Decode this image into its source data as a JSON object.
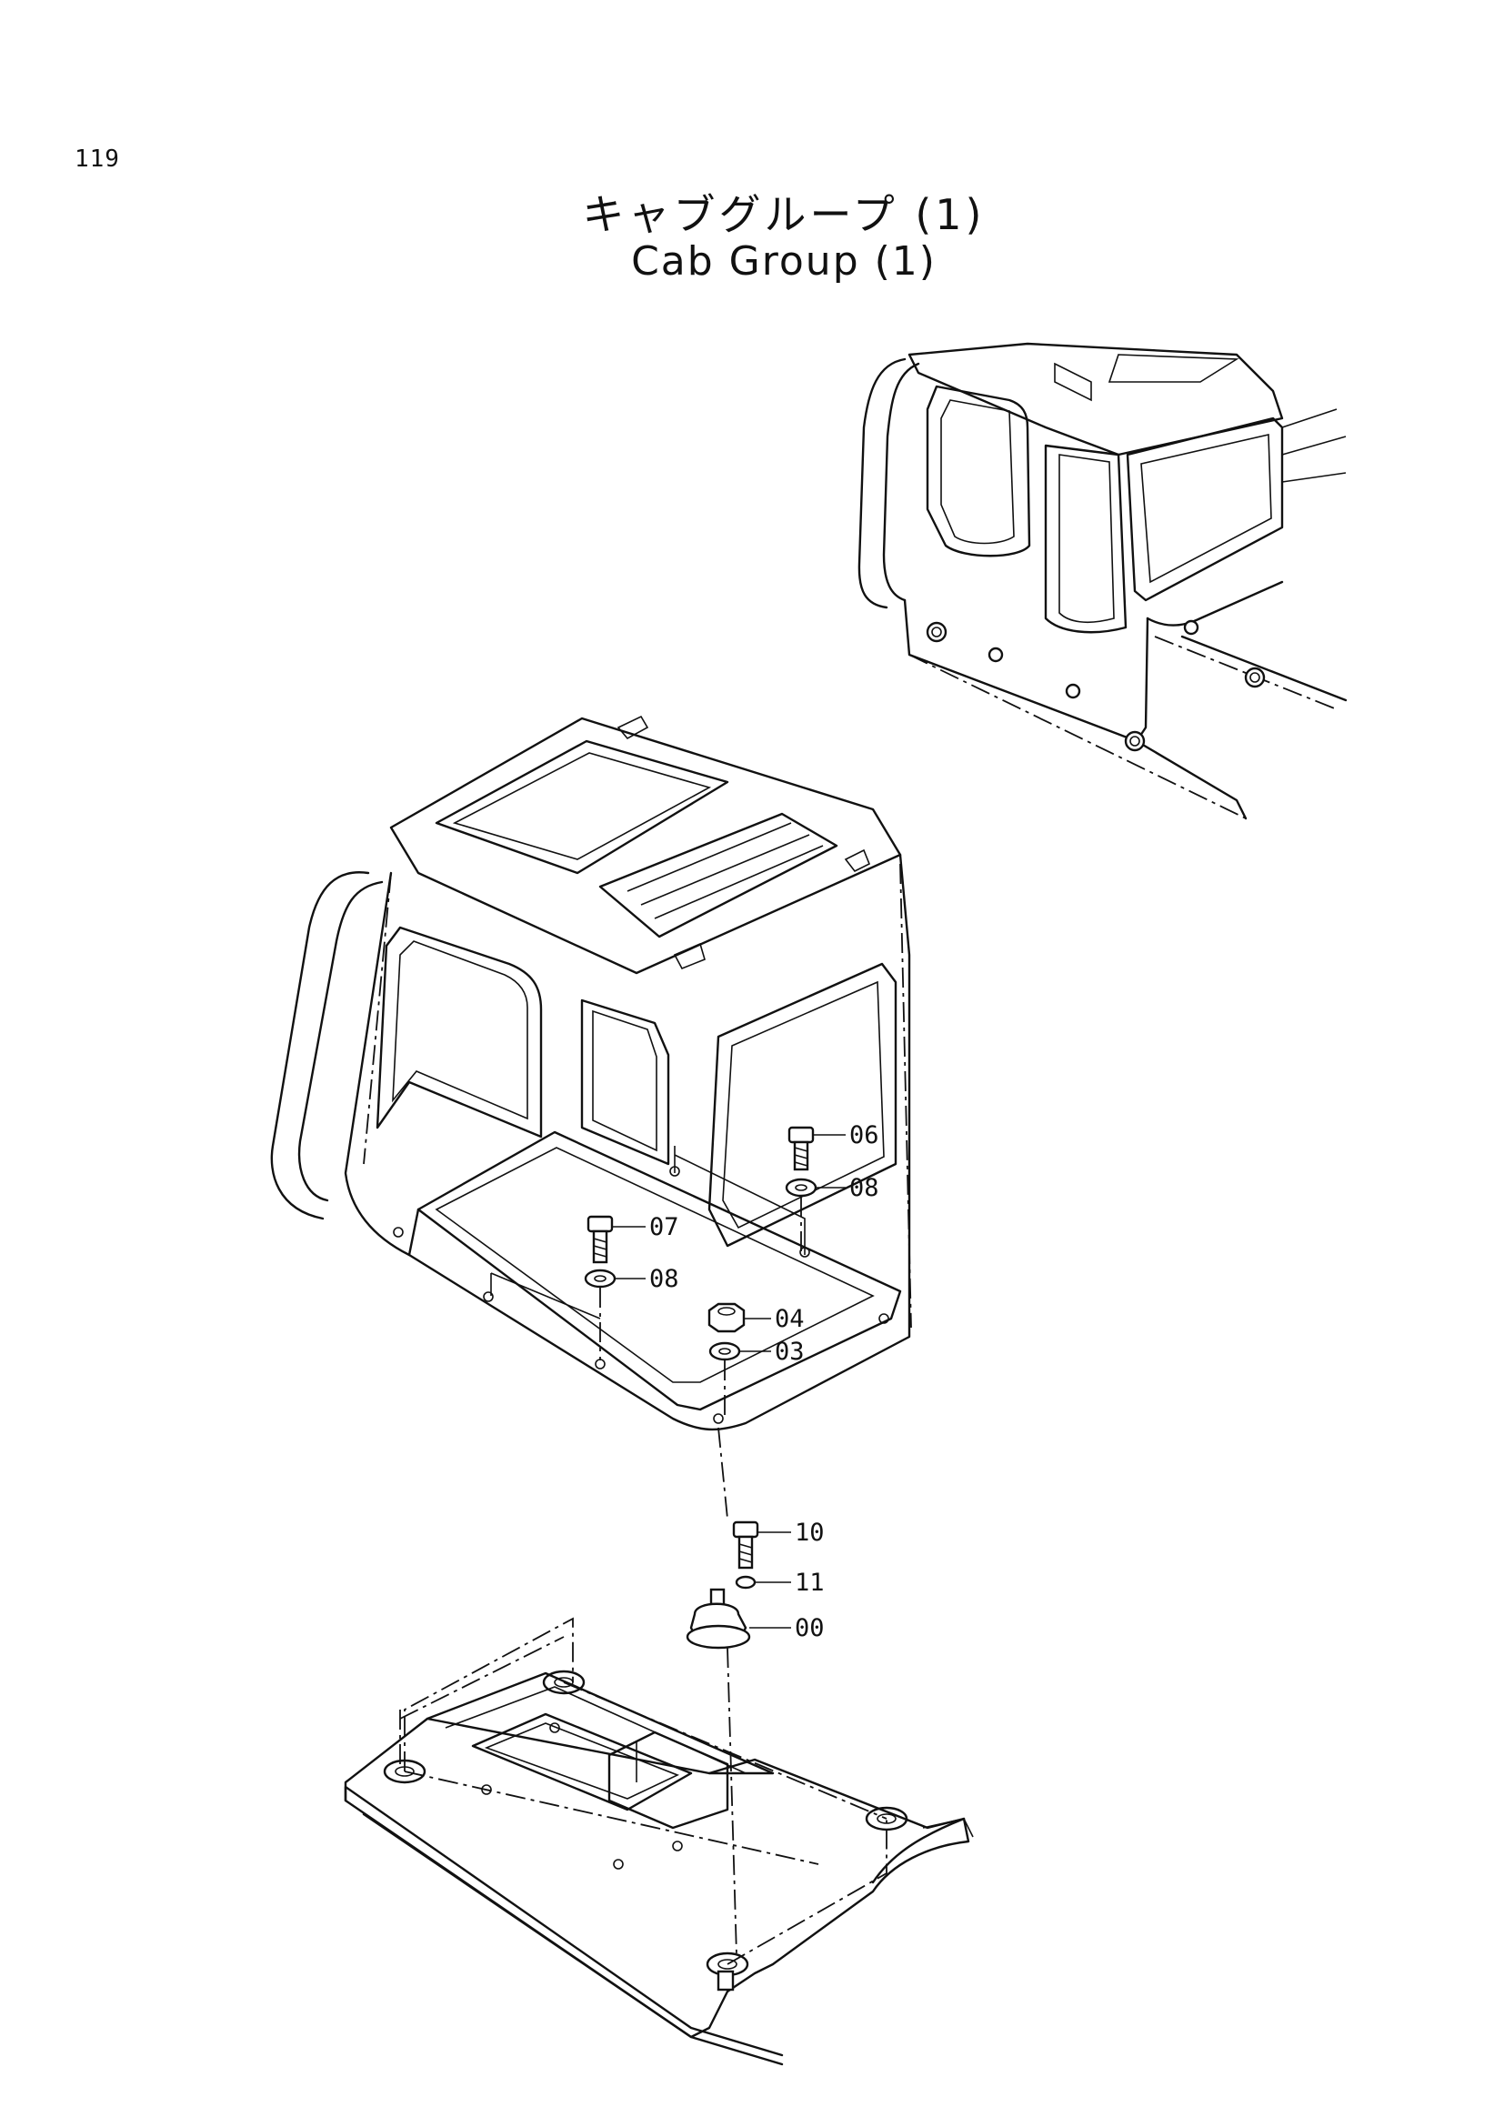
{
  "page": {
    "number": "119",
    "title_ja": "キャブグループ (1)",
    "title_en": "Cab Group (1)"
  },
  "callouts": [
    {
      "id": "06",
      "label": "06"
    },
    {
      "id": "08a",
      "label": "08"
    },
    {
      "id": "07",
      "label": "07"
    },
    {
      "id": "08b",
      "label": "08"
    },
    {
      "id": "04",
      "label": "04"
    },
    {
      "id": "03",
      "label": "03"
    },
    {
      "id": "10",
      "label": "10"
    },
    {
      "id": "11",
      "label": "11"
    },
    {
      "id": "00",
      "label": "00"
    }
  ]
}
